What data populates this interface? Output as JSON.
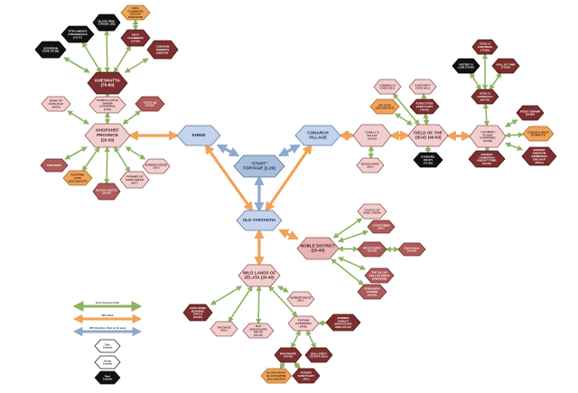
{
  "legend": {
    "items": [
      {
        "key": "line-green",
        "label": "Zone Connector Path",
        "kind": "arrow",
        "color": "#8cb360"
      },
      {
        "key": "line-orange",
        "label": "NPC Road",
        "kind": "arrow",
        "color": "#f0a35a"
      },
      {
        "key": "line-blue",
        "label": "NPC Road (for effect on hit area)",
        "kind": "arrow",
        "color": "#8ea9cf"
      },
      {
        "key": "solo",
        "label": "Solo Content",
        "kind": "hex",
        "color": "#ffffff"
      },
      {
        "key": "group",
        "label": "Group Content",
        "kind": "hex",
        "color": "#ffffff"
      },
      {
        "key": "raid",
        "label": "Raid Content",
        "kind": "hex",
        "color": "#111111"
      }
    ]
  },
  "nodes": [
    {
      "id": "start",
      "label": "\"START\" TORTAGE (1-20)",
      "fill": "#a9bedf",
      "stroke": "#4e6c94",
      "text": "#1b2a44"
    },
    {
      "id": "khemi",
      "label": "KHEMI",
      "fill": "#c3d4ec",
      "stroke": "#5c7aa3",
      "text": "#1b2a44"
    },
    {
      "id": "conarch",
      "label": "CONARCH VILLAGE",
      "fill": "#c3d4ec",
      "stroke": "#5c7aa3",
      "text": "#1b2a44"
    },
    {
      "id": "old-tarantia",
      "label": "OLD TARTANTIA",
      "fill": "#c3d4ec",
      "stroke": "#5c7aa3",
      "text": "#1b2a44"
    },
    {
      "id": "khopshef",
      "label": "KHOPSHEF PROVINCE (20-30)",
      "fill": "#f2cfcf",
      "stroke": "#8e5555",
      "text": "#4a1a1a"
    },
    {
      "id": "kheshatta",
      "label": "KHESHATTA (70-80)",
      "fill": "#7d2e2e",
      "stroke": "#4a1414",
      "text": "#ffffff"
    },
    {
      "id": "scorpion-cave",
      "label": "SCORPION CAVE (70-80)",
      "fill": "#111111",
      "stroke": "#000000",
      "text": "#ffffff"
    },
    {
      "id": "teth-amon",
      "label": "TETH-AMON'S STRONGHOLD (70-77)",
      "fill": "#111111",
      "stroke": "#000000",
      "text": "#ffffff"
    },
    {
      "id": "black-ring",
      "label": "BLACK RING CITADEL (80)",
      "fill": "#111111",
      "stroke": "#000000",
      "text": "#ffffff"
    },
    {
      "id": "soul-chambers",
      "label": "SOUL CHAMBERS (GROUP DUNGEON)",
      "fill": "#f0a35a",
      "stroke": "#a56322",
      "text": "#3a1c00"
    },
    {
      "id": "gray-chambers",
      "label": "GRAY CHAMBERS (75-80)",
      "fill": "#7d2e2e",
      "stroke": "#4a1414",
      "text": "#ffffff"
    },
    {
      "id": "caravan-raiders",
      "label": "CARAVAN RAIDER'S HIDEOUT",
      "fill": "#7d2e2e",
      "stroke": "#4a1414",
      "text": "#ffffff"
    },
    {
      "id": "ruins-of-koth",
      "label": "RUINS OF KOTH (PoP AREA)",
      "fill": "#f2cfcf",
      "stroke": "#8e5555",
      "text": "#4a1a1a"
    },
    {
      "id": "purple-lotus",
      "label": "PURPLE LOTUS SWAMP GATHERING (5-20)",
      "fill": "#f2cfcf",
      "stroke": "#8e5555",
      "text": "#4a1a1a"
    },
    {
      "id": "caves-ii",
      "label": "CAVES (II) (20-30)",
      "fill": "#b05a5a",
      "stroke": "#6a2828",
      "text": "#ffffff"
    },
    {
      "id": "treasury",
      "label": "TREASURY",
      "fill": "#b05a5a",
      "stroke": "#6a2828",
      "text": "#ffffff"
    },
    {
      "id": "sleeping-cave",
      "label": "SLEEPING CAVE (SOLOQUEST)",
      "fill": "#f0a35a",
      "stroke": "#a56322",
      "text": "#3a1c00"
    },
    {
      "id": "black-castle",
      "label": "BLACK CASTLE (20-30)",
      "fill": "#b05a5a",
      "stroke": "#6a2828",
      "text": "#ffffff"
    },
    {
      "id": "pyramid",
      "label": "PYRAMID OF CORD ANEAR SECT",
      "fill": "#f2cfcf",
      "stroke": "#8e5555",
      "text": "#4a1a1a"
    },
    {
      "id": "sunken-house",
      "label": "SUNKEN HOUSE (25+)",
      "fill": "#f2cfcf",
      "stroke": "#8e5555",
      "text": "#4a1a1a"
    },
    {
      "id": "conall",
      "label": "CONALL'S VALLEY (20-32)",
      "fill": "#f2cfcf",
      "stroke": "#8e5555",
      "text": "#4a1a1a"
    },
    {
      "id": "bear-caves",
      "label": "BEAR CAVES (20+)",
      "fill": "#f2cfcf",
      "stroke": "#8e5555",
      "text": "#4a1a1a"
    },
    {
      "id": "field-dead",
      "label": "FIELD OF THE DEAD (40-50)",
      "fill": "#f2cfcf",
      "stroke": "#8e5555",
      "text": "#4a1a1a"
    },
    {
      "id": "cannibals-cave",
      "label": "CANNIBAL'S CAVE (40+)",
      "fill": "#f2cfcf",
      "stroke": "#8e5555",
      "text": "#4a1a1a"
    },
    {
      "id": "cantorfs-cave",
      "label": "CANTORF'S CAVE (40+)",
      "fill": "#f2cfcf",
      "stroke": "#8e5555",
      "text": "#4a1a1a"
    },
    {
      "id": "ice-cave",
      "label": "ICE CAVE (SOLOQUEST)",
      "fill": "#f0a35a",
      "stroke": "#a56322",
      "text": "#3a1c00"
    },
    {
      "id": "forgotten",
      "label": "FORGOTTEN SANCTUARY (45-50)",
      "fill": "#7d2e2e",
      "stroke": "#4a1414",
      "text": "#ffffff"
    },
    {
      "id": "kyndaril",
      "label": "KYNDARIL (60-67) (71-80)",
      "fill": "#111111",
      "stroke": "#000000",
      "text": "#ffffff"
    },
    {
      "id": "lacheish",
      "label": "LACHEISH PLAINS GATHERING (50-60)",
      "fill": "#f2cfcf",
      "stroke": "#8e5555",
      "text": "#4a1a1a"
    },
    {
      "id": "cimmerian-tomb",
      "label": "ANCIENT CIMMERIAN KNIGHT TOMB (50-60)",
      "fill": "#7d2e2e",
      "stroke": "#4a1414",
      "text": "#ffffff"
    },
    {
      "id": "atzels",
      "label": "ATZEL'S FORTRESS (70-80)",
      "fill": "#7d2e2e",
      "stroke": "#4a1414",
      "text": "#ffffff"
    },
    {
      "id": "vistreys",
      "label": "VISTREY'S LAIR (75-80)",
      "fill": "#111111",
      "stroke": "#000000",
      "text": "#ffffff"
    },
    {
      "id": "hall-ymir",
      "label": "HALL OF YMIR (75-80)",
      "fill": "#7d2e2e",
      "stroke": "#4a1414",
      "text": "#ffffff"
    },
    {
      "id": "atzels-ii",
      "label": "ATZEL'S APPROACH (65-70)",
      "fill": "#7d2e2e",
      "stroke": "#4a1414",
      "text": "#ffffff"
    },
    {
      "id": "frost-swamp",
      "label": "FROST SWAMP (65-80)",
      "fill": "#7d2e2e",
      "stroke": "#4a1414",
      "text": "#ffffff"
    },
    {
      "id": "conans-rock",
      "label": "CONAN'S ROCK (TEMPEST)",
      "fill": "#f0a35a",
      "stroke": "#a56322",
      "text": "#3a1c00"
    },
    {
      "id": "border-kingdom",
      "label": "BORDER KINGDOM CIMMERIAN END (PoP AREA)",
      "fill": "#7d2e2e",
      "stroke": "#4a1414",
      "text": "#ffffff"
    },
    {
      "id": "noble",
      "label": "NOBLE DISTRICT (20-40)",
      "fill": "#e8b4b4",
      "stroke": "#8e5555",
      "text": "#4a1a1a"
    },
    {
      "id": "castle-king",
      "label": "CASTLE OF KING CONAN",
      "fill": "#f2cfcf",
      "stroke": "#8e5555",
      "text": "#4a1a1a"
    },
    {
      "id": "catacombs",
      "label": "CATACOMBS (20+)",
      "fill": "#b05a5a",
      "stroke": "#6a2828",
      "text": "#ffffff"
    },
    {
      "id": "iron-tower",
      "label": "IRON TOWER (20-30)",
      "fill": "#b05a5a",
      "stroke": "#6a2828",
      "text": "#ffffff"
    },
    {
      "id": "dark-house",
      "label": "Dark House (20-35)",
      "fill": "#b05a5a",
      "stroke": "#6a2828",
      "text": "#ffffff"
    },
    {
      "id": "vile-cellars",
      "label": "THE VILLAS CELLAR (SOLO DUNGEON)",
      "fill": "#b05a5a",
      "stroke": "#6a2828",
      "text": "#ffffff"
    },
    {
      "id": "forsaken",
      "label": "FORSAKEN CAVERN (30-40)",
      "fill": "#b05a5a",
      "stroke": "#6a2828",
      "text": "#ffffff"
    },
    {
      "id": "wild-lands",
      "label": "WILD LANDS OF ZELATA (20-40)",
      "fill": "#f2cfcf",
      "stroke": "#8e5555",
      "text": "#4a1a1a"
    },
    {
      "id": "cave-ruins",
      "label": "CAVE RUINS BURNING SOULS (20-60)",
      "fill": "#7d2e2e",
      "stroke": "#4a1414",
      "text": "#ffffff"
    },
    {
      "id": "maze",
      "label": "THE MAZE (20+)",
      "fill": "#f2cfcf",
      "stroke": "#8e5555",
      "text": "#4a1a1a"
    },
    {
      "id": "old-smugglers",
      "label": "OLD SMUGGLERS ROUTE (20-40)",
      "fill": "#f2cfcf",
      "stroke": "#8e5555",
      "text": "#4a1a1a"
    },
    {
      "id": "border-ridge",
      "label": "BORDER RIDGE (40+)",
      "fill": "#f2cfcf",
      "stroke": "#8e5555",
      "text": "#4a1a1a"
    },
    {
      "id": "poitain",
      "label": "POITAIN GATHERING (PVE)",
      "fill": "#f2cfcf",
      "stroke": "#8e5555",
      "text": "#4a1a1a"
    },
    {
      "id": "burned-hamlet",
      "label": "BURNED HAMLET SMUGGLERS HIDE (20-40)",
      "fill": "#7d2e2e",
      "stroke": "#4a1414",
      "text": "#ffffff"
    },
    {
      "id": "nightmare",
      "label": "NIGHTMARE (40-50)",
      "fill": "#7d2e2e",
      "stroke": "#4a1414",
      "text": "#ffffff"
    },
    {
      "id": "mallarks",
      "label": "MALLARK'S ESTATE (40+)",
      "fill": "#7d2e2e",
      "stroke": "#4a1414",
      "text": "#ffffff"
    },
    {
      "id": "blood-reign",
      "label": "BLOOD REIGN BLACKSHRINE (SOLOQUEST)",
      "fill": "#f0a35a",
      "stroke": "#a56322",
      "text": "#3a1c00"
    },
    {
      "id": "ruins-sanctuary",
      "label": "RUINED SANCTUARY (40+)",
      "fill": "#7d2e2e",
      "stroke": "#4a1414",
      "text": "#ffffff"
    }
  ],
  "edges": [
    {
      "from": "start",
      "to": "khemi",
      "kind": "blue"
    },
    {
      "from": "start",
      "to": "conarch",
      "kind": "blue"
    },
    {
      "from": "start",
      "to": "old-tarantia",
      "kind": "blue"
    },
    {
      "from": "khemi",
      "to": "khopshef",
      "kind": "orange"
    },
    {
      "from": "khemi",
      "to": "old-tarantia",
      "kind": "orange"
    },
    {
      "from": "conarch",
      "to": "old-tarantia",
      "kind": "orange"
    },
    {
      "from": "conarch",
      "to": "conall",
      "kind": "orange"
    },
    {
      "from": "old-tarantia",
      "to": "noble",
      "kind": "orange"
    },
    {
      "from": "old-tarantia",
      "to": "wild-lands",
      "kind": "orange"
    },
    {
      "from": "conall",
      "to": "field-dead",
      "kind": "orange"
    },
    {
      "from": "field-dead",
      "to": "lacheish",
      "kind": "orange"
    },
    {
      "from": "khopshef",
      "to": "purple-lotus",
      "kind": "green"
    },
    {
      "from": "purple-lotus",
      "to": "kheshatta",
      "kind": "green"
    },
    {
      "from": "khopshef",
      "to": "ruins-of-koth",
      "kind": "green"
    },
    {
      "from": "khopshef",
      "to": "caves-ii",
      "kind": "green"
    },
    {
      "from": "khopshef",
      "to": "treasury",
      "kind": "green"
    },
    {
      "from": "khopshef",
      "to": "sleeping-cave",
      "kind": "green"
    },
    {
      "from": "khopshef",
      "to": "black-castle",
      "kind": "green"
    },
    {
      "from": "khopshef",
      "to": "pyramid",
      "kind": "green"
    },
    {
      "from": "khopshef",
      "to": "sunken-house",
      "kind": "green"
    },
    {
      "from": "kheshatta",
      "to": "scorpion-cave",
      "kind": "green"
    },
    {
      "from": "kheshatta",
      "to": "teth-amon",
      "kind": "green"
    },
    {
      "from": "kheshatta",
      "to": "black-ring",
      "kind": "green"
    },
    {
      "from": "kheshatta",
      "to": "gray-chambers",
      "kind": "green"
    },
    {
      "from": "kheshatta",
      "to": "caravan-raiders",
      "kind": "green"
    },
    {
      "from": "gray-chambers",
      "to": "soul-chambers",
      "kind": "green"
    },
    {
      "from": "conall",
      "to": "bear-caves",
      "kind": "green"
    },
    {
      "from": "field-dead",
      "to": "cannibals-cave",
      "kind": "green"
    },
    {
      "from": "field-dead",
      "to": "cantorfs-cave",
      "kind": "green"
    },
    {
      "from": "field-dead",
      "to": "ice-cave",
      "kind": "green"
    },
    {
      "from": "field-dead",
      "to": "forgotten",
      "kind": "green"
    },
    {
      "from": "field-dead",
      "to": "kyndaril",
      "kind": "green"
    },
    {
      "from": "lacheish",
      "to": "cimmerian-tomb",
      "kind": "green"
    },
    {
      "from": "lacheish",
      "to": "atzels-ii",
      "kind": "green"
    },
    {
      "from": "lacheish",
      "to": "frost-swamp",
      "kind": "green"
    },
    {
      "from": "lacheish",
      "to": "conans-rock",
      "kind": "green"
    },
    {
      "from": "lacheish",
      "to": "border-kingdom",
      "kind": "green"
    },
    {
      "from": "atzels-ii",
      "to": "atzels",
      "kind": "green"
    },
    {
      "from": "atzels-ii",
      "to": "vistreys",
      "kind": "green"
    },
    {
      "from": "atzels-ii",
      "to": "hall-ymir",
      "kind": "green"
    },
    {
      "from": "noble",
      "to": "castle-king",
      "kind": "green"
    },
    {
      "from": "noble",
      "to": "catacombs",
      "kind": "green"
    },
    {
      "from": "noble",
      "to": "iron-tower",
      "kind": "green"
    },
    {
      "from": "noble",
      "to": "vile-cellars",
      "kind": "green"
    },
    {
      "from": "noble",
      "to": "forsaken",
      "kind": "green"
    },
    {
      "from": "iron-tower",
      "to": "dark-house",
      "kind": "green"
    },
    {
      "from": "wild-lands",
      "to": "cave-ruins",
      "kind": "green"
    },
    {
      "from": "wild-lands",
      "to": "maze",
      "kind": "green"
    },
    {
      "from": "wild-lands",
      "to": "old-smugglers",
      "kind": "green"
    },
    {
      "from": "wild-lands",
      "to": "border-ridge",
      "kind": "green"
    },
    {
      "from": "wild-lands",
      "to": "poitain",
      "kind": "green"
    },
    {
      "from": "poitain",
      "to": "burned-hamlet",
      "kind": "green"
    },
    {
      "from": "poitain",
      "to": "nightmare",
      "kind": "green"
    },
    {
      "from": "poitain",
      "to": "mallarks",
      "kind": "green"
    },
    {
      "from": "nightmare",
      "to": "blood-reign",
      "kind": "green"
    },
    {
      "from": "nightmare",
      "to": "ruins-sanctuary",
      "kind": "green"
    }
  ],
  "edge_colors": {
    "green": "#8cb360",
    "orange": "#f0a35a",
    "blue": "#8ea9cf"
  }
}
